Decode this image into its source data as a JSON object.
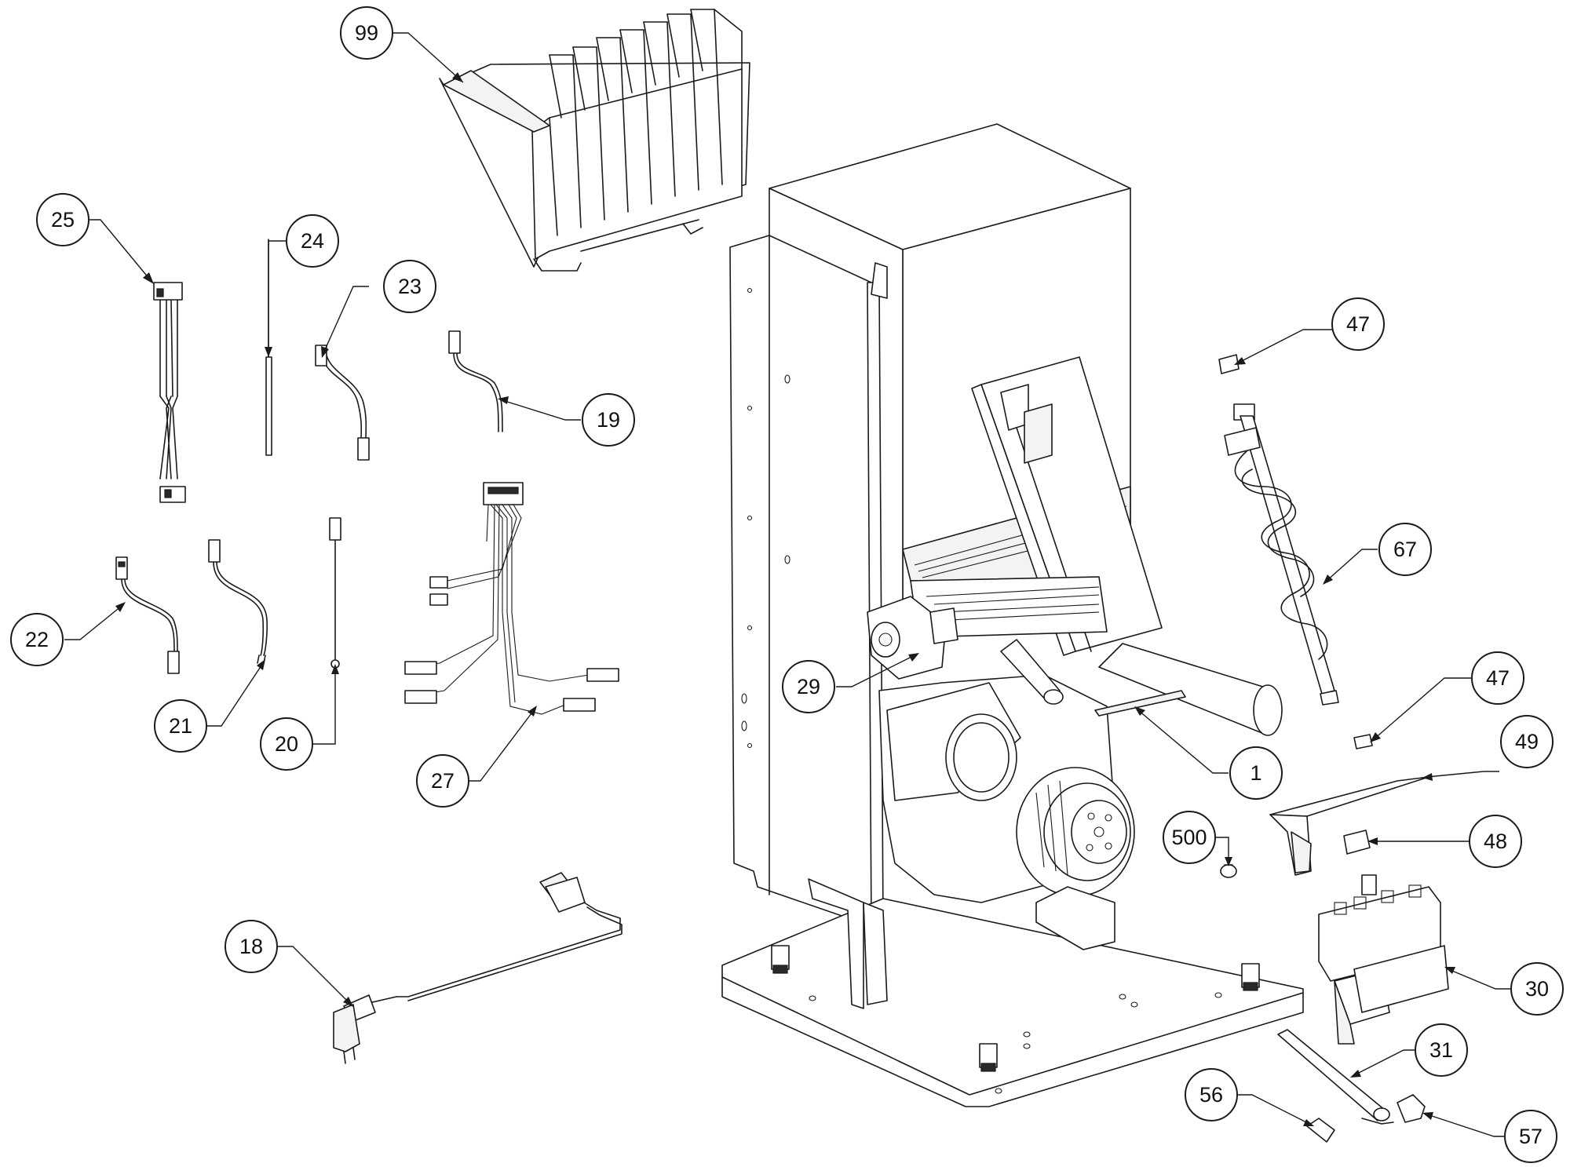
{
  "callouts": [
    {
      "id": "99",
      "label": "99"
    },
    {
      "id": "25",
      "label": "25"
    },
    {
      "id": "24",
      "label": "24"
    },
    {
      "id": "23",
      "label": "23"
    },
    {
      "id": "19",
      "label": "19"
    },
    {
      "id": "22",
      "label": "22"
    },
    {
      "id": "21",
      "label": "21"
    },
    {
      "id": "20",
      "label": "20"
    },
    {
      "id": "27",
      "label": "27"
    },
    {
      "id": "18",
      "label": "18"
    },
    {
      "id": "29",
      "label": "29"
    },
    {
      "id": "1",
      "label": "1"
    },
    {
      "id": "47a",
      "label": "47"
    },
    {
      "id": "67",
      "label": "67"
    },
    {
      "id": "47b",
      "label": "47"
    },
    {
      "id": "49",
      "label": "49"
    },
    {
      "id": "48",
      "label": "48"
    },
    {
      "id": "500",
      "label": "500"
    },
    {
      "id": "30",
      "label": "30"
    },
    {
      "id": "31",
      "label": "31"
    },
    {
      "id": "56",
      "label": "56"
    },
    {
      "id": "57",
      "label": "57"
    }
  ]
}
